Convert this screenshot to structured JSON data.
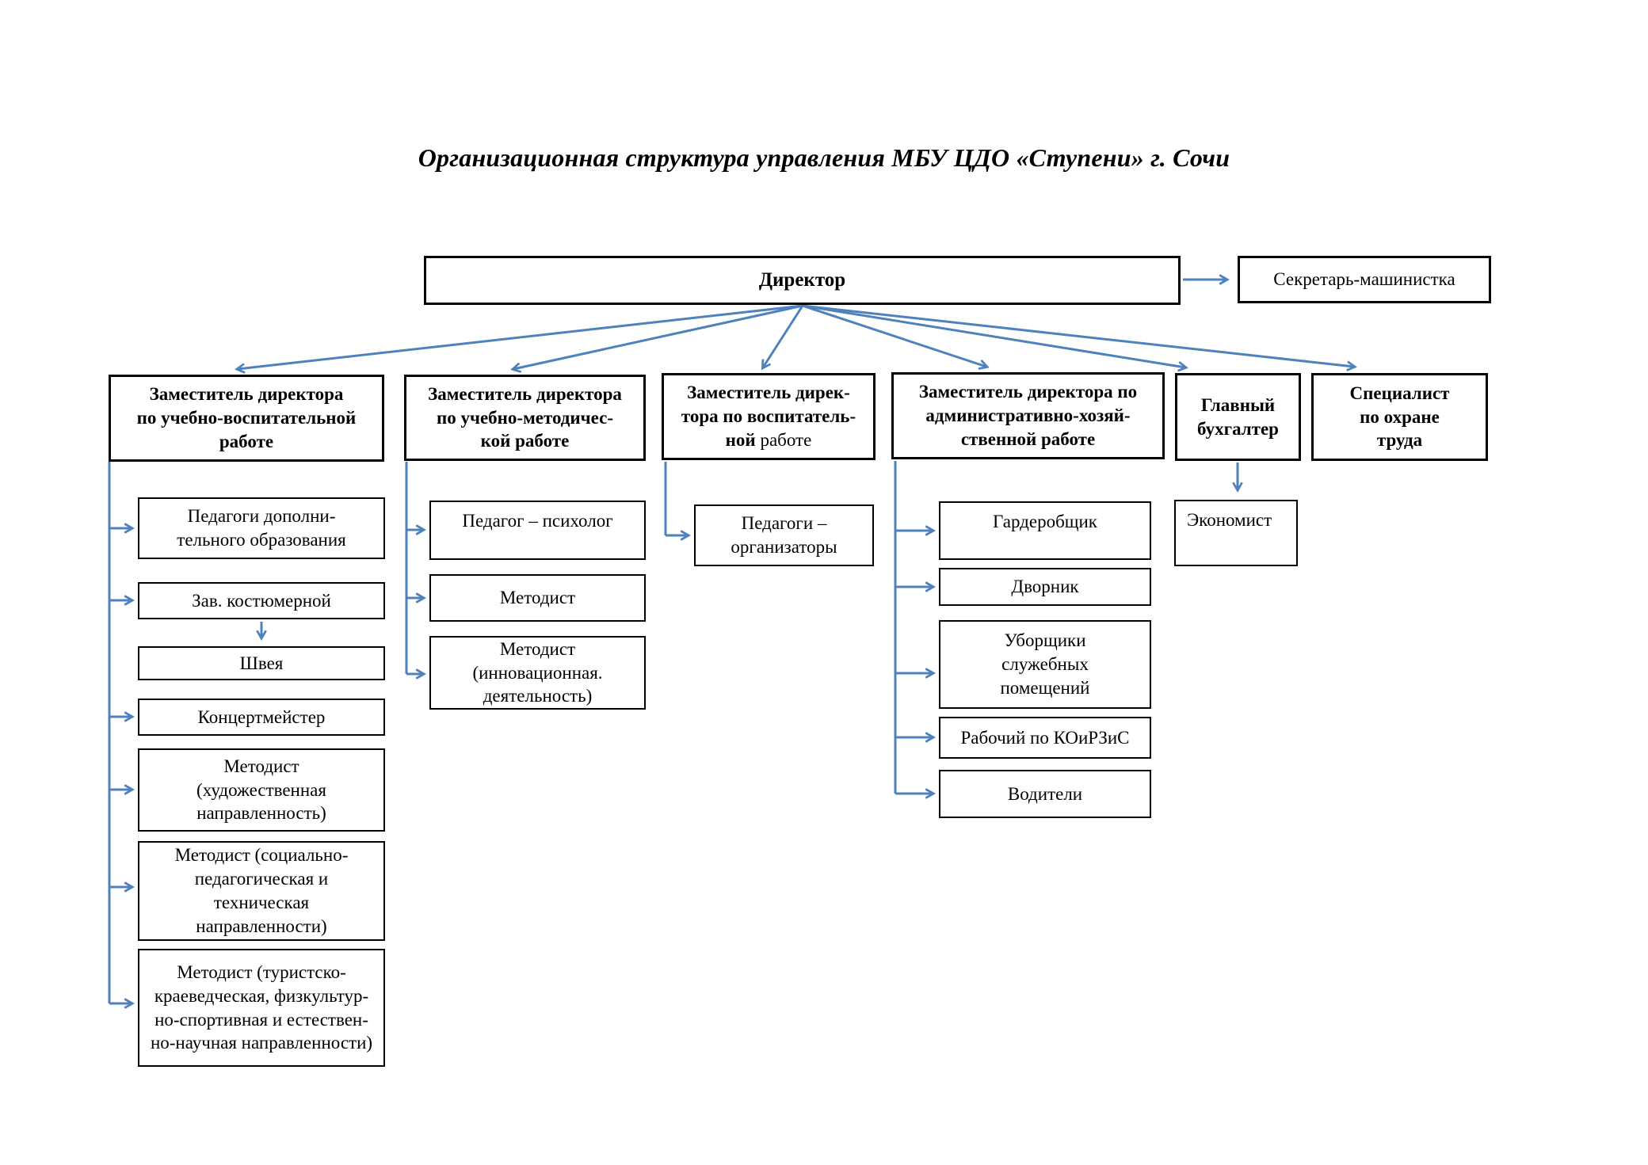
{
  "title": "Организационная структура управления МБУ ЦДО «Ступени» г. Сочи",
  "colors": {
    "connector": "#4f81bd",
    "box_border": "#000000"
  },
  "org": {
    "director": {
      "label": "Директор"
    },
    "secretary": {
      "label": "Секретарь-машинистка"
    },
    "departments": [
      {
        "label": "Заместитель директора\nпо учебно-воспитательной\nработе"
      },
      {
        "label": "Заместитель директора\nпо учебно-методичес-\nкой работе"
      },
      {
        "label": "Заместитель дирек-\nтора по воспитатель-\nной",
        "label_tail": " работе"
      },
      {
        "label": "Заместитель директора по\nадминистративно-хозяй-\nственной работе"
      },
      {
        "label": "Главный\nбухгалтер"
      },
      {
        "label": "Специалист\nпо охране\nтруда"
      }
    ],
    "uvr_staff": [
      {
        "label": "Педагоги дополни-\nтельного образования"
      },
      {
        "label": "Зав. костюмерной"
      },
      {
        "label": "Швея"
      },
      {
        "label": "Концертмейстер"
      },
      {
        "label": "Методист\n(художественная\nнаправленность)"
      },
      {
        "label": "Методист (социально-\nпедагогическая и\nтехническая\nнаправленности)"
      },
      {
        "label": "Методист (туристско-\nкраеведческая, физкультур-\nно-спортивная и естествен-\nно-научная направленности)"
      }
    ],
    "umr_staff": [
      {
        "label": "Педагог – психолог"
      },
      {
        "label": "Методист"
      },
      {
        "label": "Методист\n(инновационная.\nдеятельность)"
      }
    ],
    "vr_staff": [
      {
        "label": "Педагоги –\nорганизаторы"
      }
    ],
    "ahr_staff": [
      {
        "label": "Гардеробщик"
      },
      {
        "label": "Дворник"
      },
      {
        "label": "Уборщики\nслужебных\nпомещений"
      },
      {
        "label": "Рабочий по КОиРЗиС"
      },
      {
        "label": "Водители"
      }
    ],
    "accounting_staff": [
      {
        "label": "Экономист"
      }
    ]
  }
}
